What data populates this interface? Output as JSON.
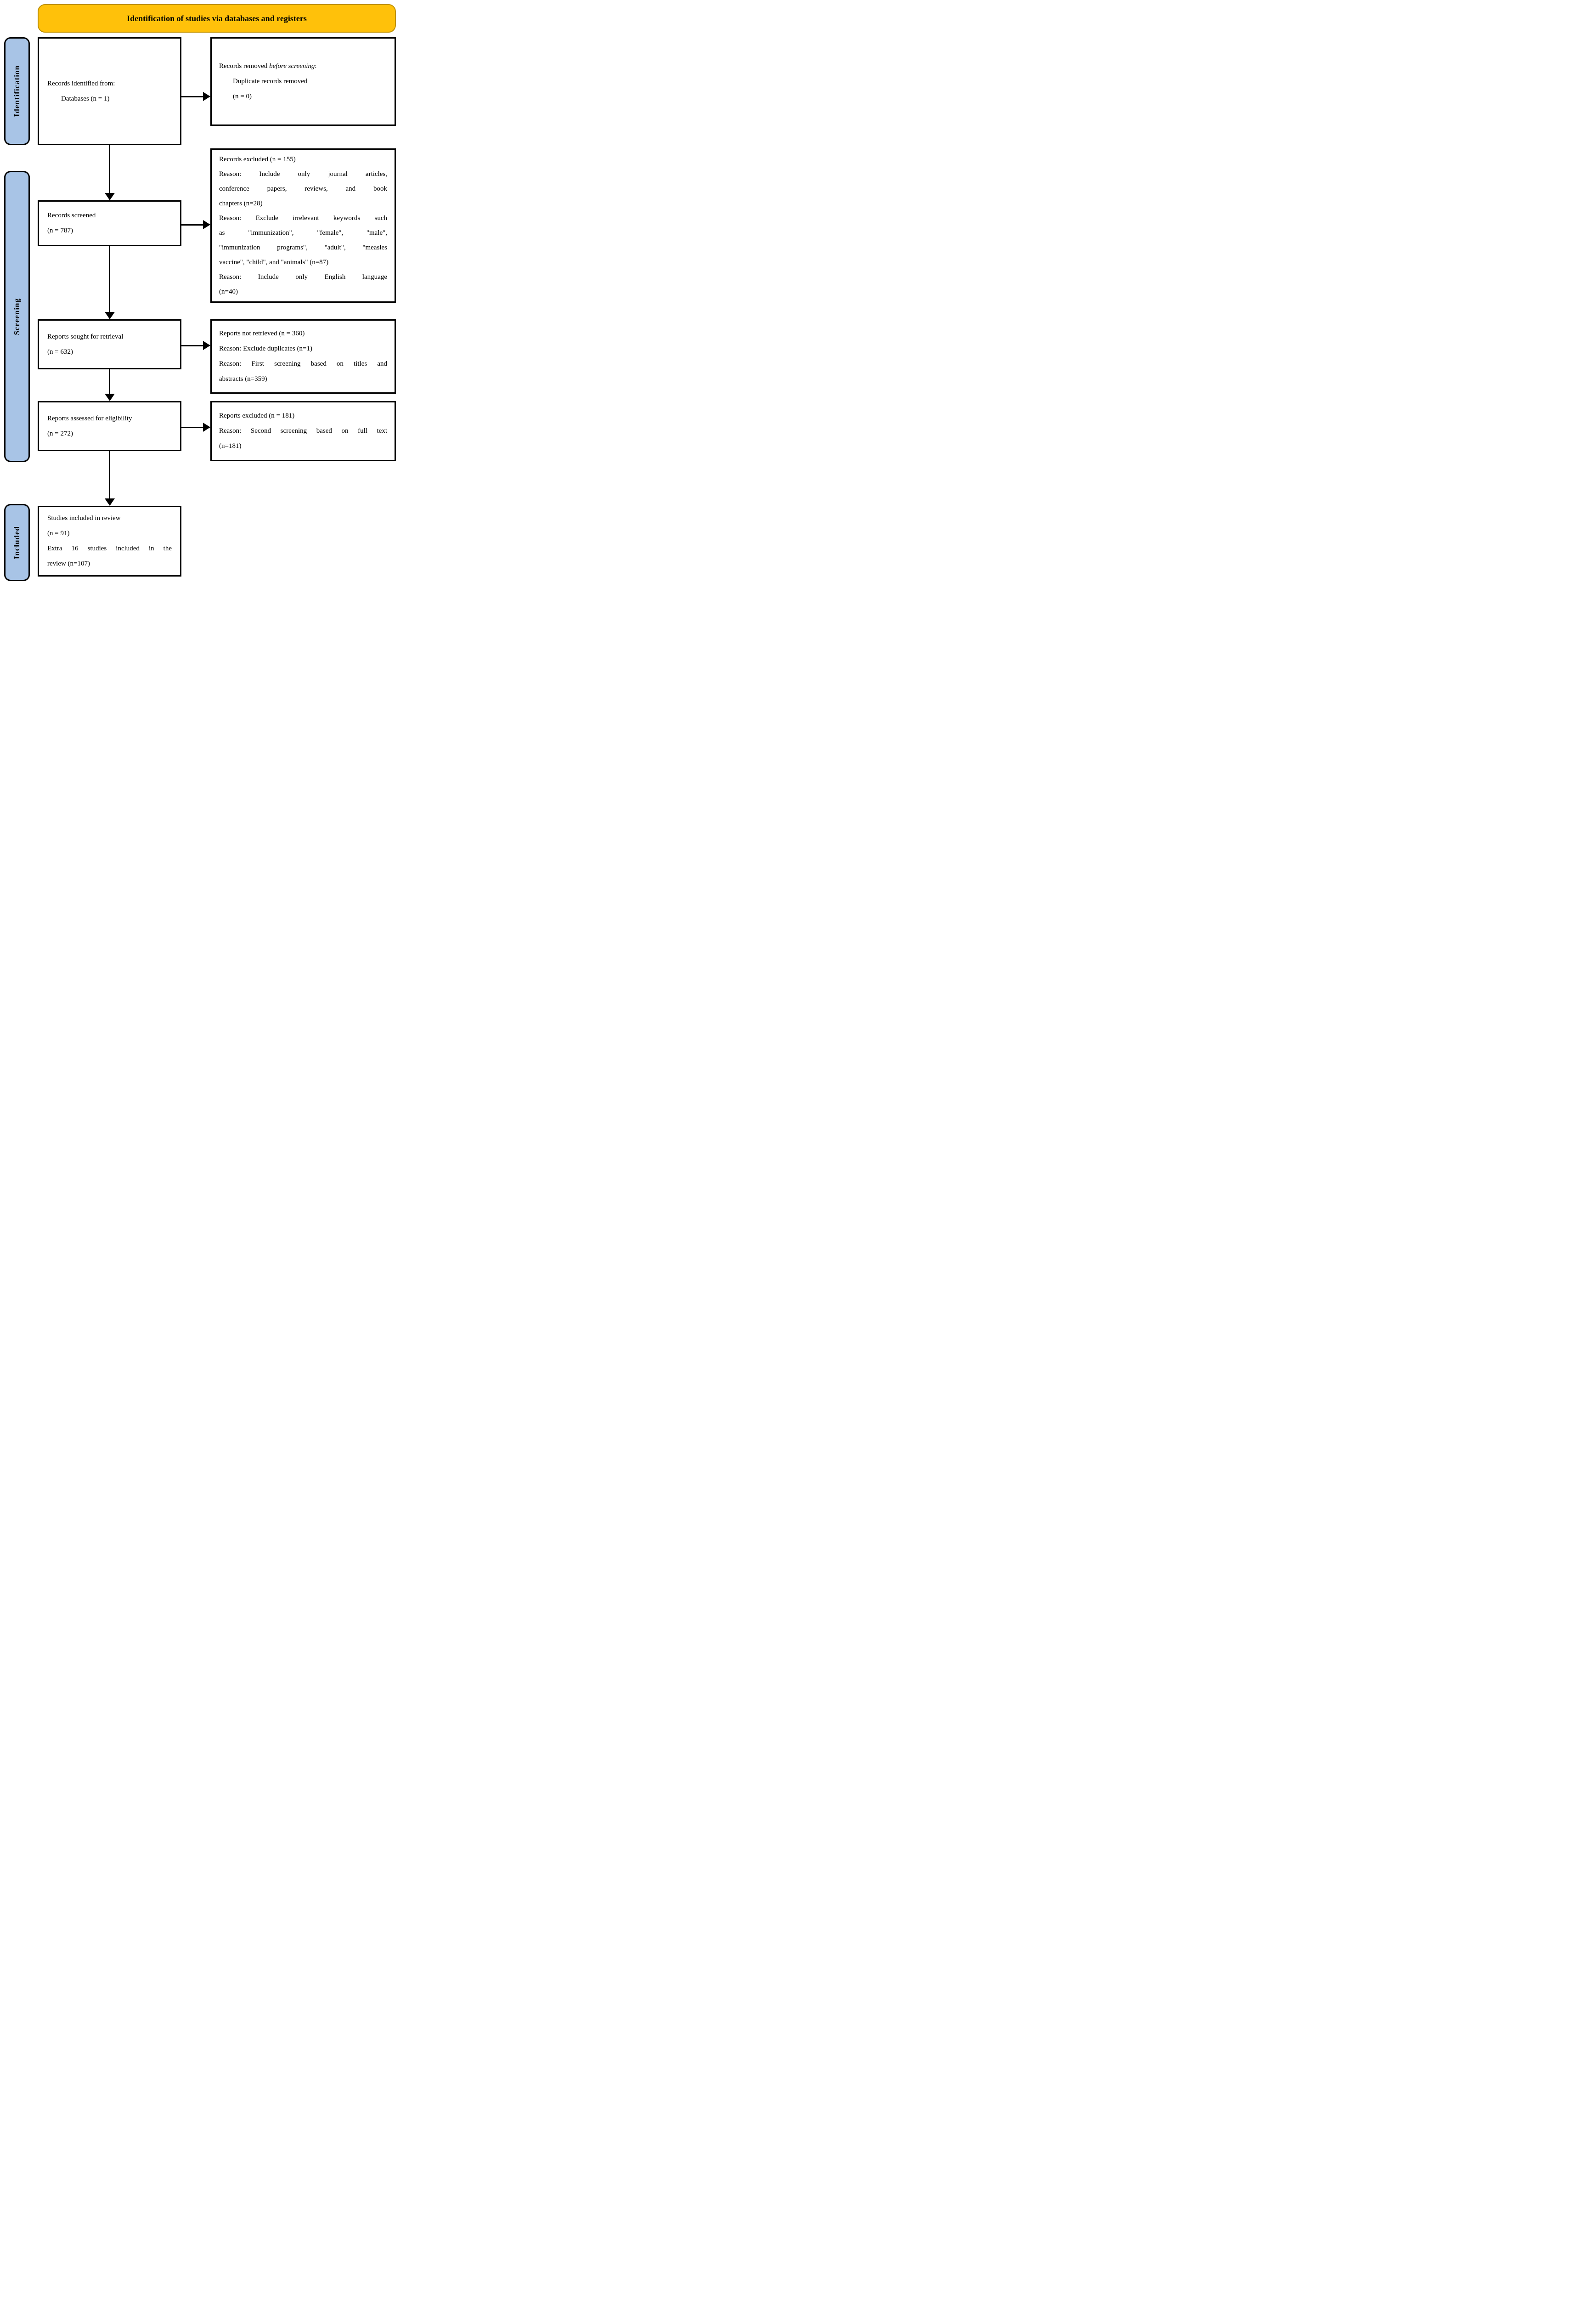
{
  "banner": {
    "title": "Identification of studies via databases and registers"
  },
  "colors": {
    "banner_bg": "#FFC10A",
    "banner_border": "#BF9000",
    "rail_bg": "#A8C4E6",
    "box_border": "#000000"
  },
  "rails": {
    "identification": "Identification",
    "screening": "Screening",
    "included": "Included"
  },
  "flow": {
    "records_identified": {
      "line1": "Records identified from:",
      "line2": "Databases (n = 1)"
    },
    "records_removed": {
      "prefix": "Records removed ",
      "italic": "before screening",
      "suffix": ":",
      "line2": "Duplicate records removed",
      "line3": "(n = 0)"
    },
    "records_screened": {
      "line1": "Records screened",
      "line2": "(n = 787)"
    },
    "records_excluded": {
      "lines": [
        "Records excluded (n = 155)",
        "Reason: Include only journal articles,",
        "conference papers, reviews, and book",
        "chapters (n=28)",
        "Reason: Exclude irrelevant keywords such",
        "as \"immunization\", \"female\", \"male\",",
        "\"immunization programs\", \"adult\", \"measles",
        "vaccine\", \"child\", and \"animals\" (n=87)",
        "Reason: Include only English language",
        "(n=40)"
      ]
    },
    "reports_sought": {
      "line1": "Reports sought for retrieval",
      "line2": "(n = 632)"
    },
    "reports_not_retrieved": {
      "lines": [
        "Reports not retrieved (n = 360)",
        "Reason: Exclude duplicates (n=1)",
        "Reason: First screening based on titles and",
        "abstracts (n=359)"
      ]
    },
    "reports_assessed": {
      "line1": "Reports assessed for eligibility",
      "line2": "(n = 272)"
    },
    "reports_excluded": {
      "lines": [
        "Reports excluded (n = 181)",
        "Reason: Second screening based on full text",
        "(n=181)"
      ]
    },
    "studies_included": {
      "lines": [
        "Studies included in review",
        "(n = 91)",
        "Extra 16 studies included in the",
        "review (n=107)"
      ]
    }
  }
}
